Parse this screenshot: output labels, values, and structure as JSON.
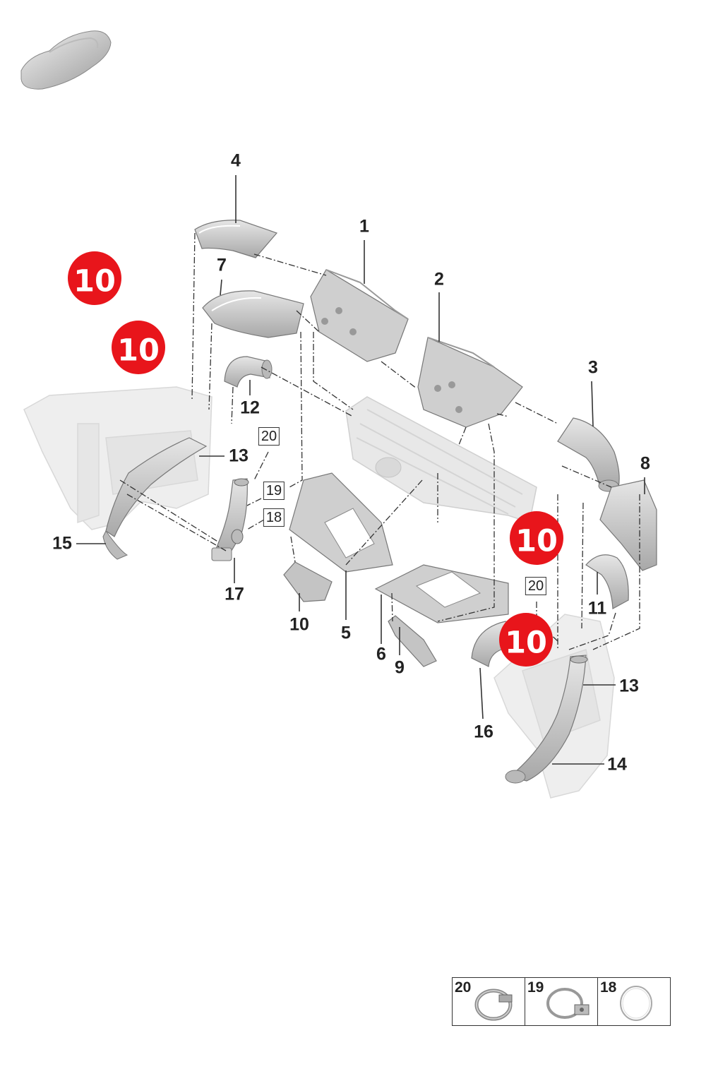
{
  "callouts": {
    "c1": "1",
    "c2": "2",
    "c3": "3",
    "c4": "4",
    "c5": "5",
    "c6": "6",
    "c7": "7",
    "c8": "8",
    "c9": "9",
    "c10": "10",
    "c11": "11",
    "c12": "12",
    "c13a": "13",
    "c13b": "13",
    "c14": "14",
    "c15": "15",
    "c16": "16",
    "c17": "17"
  },
  "boxed": {
    "b20a": "20",
    "b19": "19",
    "b18": "18",
    "b20b": "20"
  },
  "hotspots": [
    "10",
    "10",
    "10",
    "10"
  ],
  "legend": {
    "l20": "20",
    "l19": "19",
    "l18": "18"
  },
  "colors": {
    "hotspot": "#e8151b",
    "part": "#d6d6d6",
    "ghost": "#ececec",
    "line": "#333333"
  }
}
